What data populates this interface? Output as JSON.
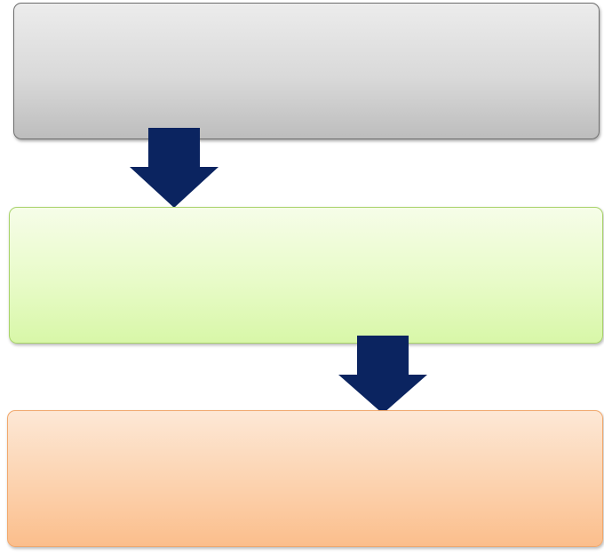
{
  "diagram": {
    "type": "flowchart",
    "direction": "top-to-bottom",
    "steps": [
      {
        "label": "",
        "fill": "#d9d9d9",
        "border": "#6e6e6e"
      },
      {
        "label": "",
        "fill": "#e8fbc8",
        "border": "#a8d36a"
      },
      {
        "label": "",
        "fill": "#fcd2ae",
        "border": "#f1a86c"
      }
    ],
    "connectors": [
      {
        "from": 0,
        "to": 1,
        "icon": "down-arrow-icon",
        "color": "#0b2460"
      },
      {
        "from": 1,
        "to": 2,
        "icon": "down-arrow-icon",
        "color": "#0b2460"
      }
    ]
  }
}
